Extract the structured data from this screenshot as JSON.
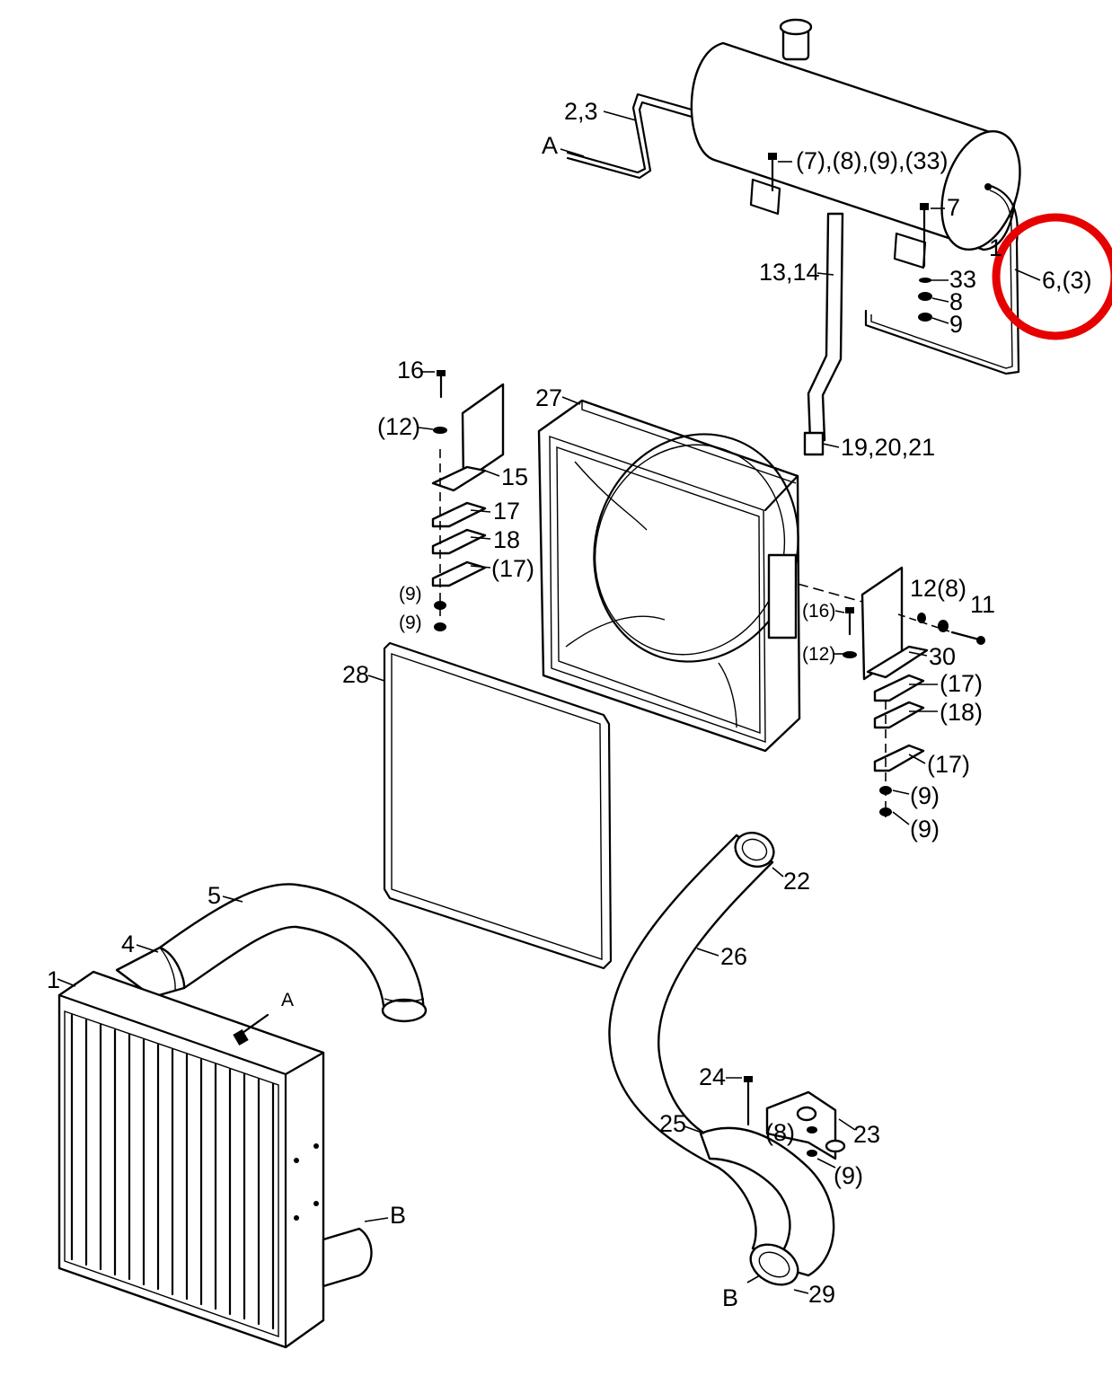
{
  "labels": {
    "p2_3": "2,3",
    "a_top": "A",
    "p7_group": "(7),(8),(9),(33)",
    "p7": "7",
    "p1_tank": "1",
    "p6_3": "6,(3)",
    "p13_14": "13,14",
    "p33": "33",
    "p8": "8",
    "p9": "9",
    "p16": "16",
    "p12p": "(12)",
    "p15": "15",
    "p17": "17",
    "p18": "18",
    "p17p": "(17)",
    "p9p_a": "(9)",
    "p9p_b": "(9)",
    "p27": "27",
    "p19_20_21": "19,20,21",
    "p12": "12",
    "p8p": "(8)",
    "p11": "11",
    "p16p": "(16)",
    "p12p_r": "(12)",
    "p30": "30",
    "p17p_r1": "(17)",
    "p18p_r": "(18)",
    "p17p_r2": "(17)",
    "p9p_r1": "(9)",
    "p9p_r2": "(9)",
    "p28": "28",
    "p22": "22",
    "p26": "26",
    "p5": "5",
    "p4": "4",
    "p1": "1",
    "a_rad": "A",
    "b_rad": "B",
    "p24": "24",
    "p25": "25",
    "p8p_b": "(8)",
    "p23": "23",
    "p9p_b2": "(9)",
    "b_hose": "B",
    "p29": "29"
  },
  "highlight_color": "#e60000"
}
